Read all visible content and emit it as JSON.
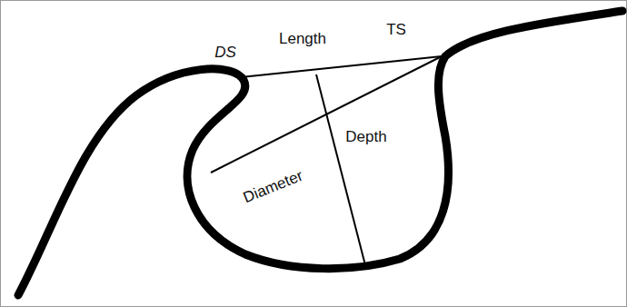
{
  "diagram": {
    "labels": [
      "DS",
      "Length",
      "TS",
      "Diameter",
      "Depth"
    ]
  }
}
